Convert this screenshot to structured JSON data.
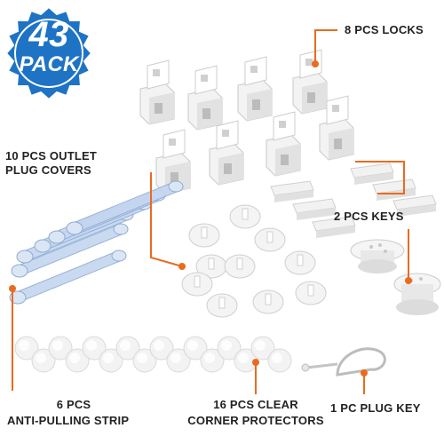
{
  "badge": {
    "count": "43",
    "unit": "PACK",
    "color": "#1f73c4",
    "ring_color": "#1a5ea3"
  },
  "labels": {
    "locks": "8 PCS LOCKS",
    "outlet_line1": "10 PCS OUTLET",
    "outlet_line2": "PLUG COVERS",
    "keys": "2 PCS KEYS",
    "strip_line1": "6 PCS",
    "strip_line2": "ANTI-PULLING STRIP",
    "corner_line1": "16 PCS CLEAR",
    "corner_line2": "CORNER PROTECTORS",
    "plug_key": "1 PC PLUG KEY"
  },
  "colors": {
    "callout": "#ea6b1e",
    "lock": "#eeeeee",
    "strap": "#b9cde8",
    "text": "#222222"
  },
  "icons": [
    "lock-icon",
    "outlet-cover-icon",
    "magnetic-key-icon",
    "strap-icon",
    "corner-protector-icon",
    "plug-key-icon"
  ]
}
